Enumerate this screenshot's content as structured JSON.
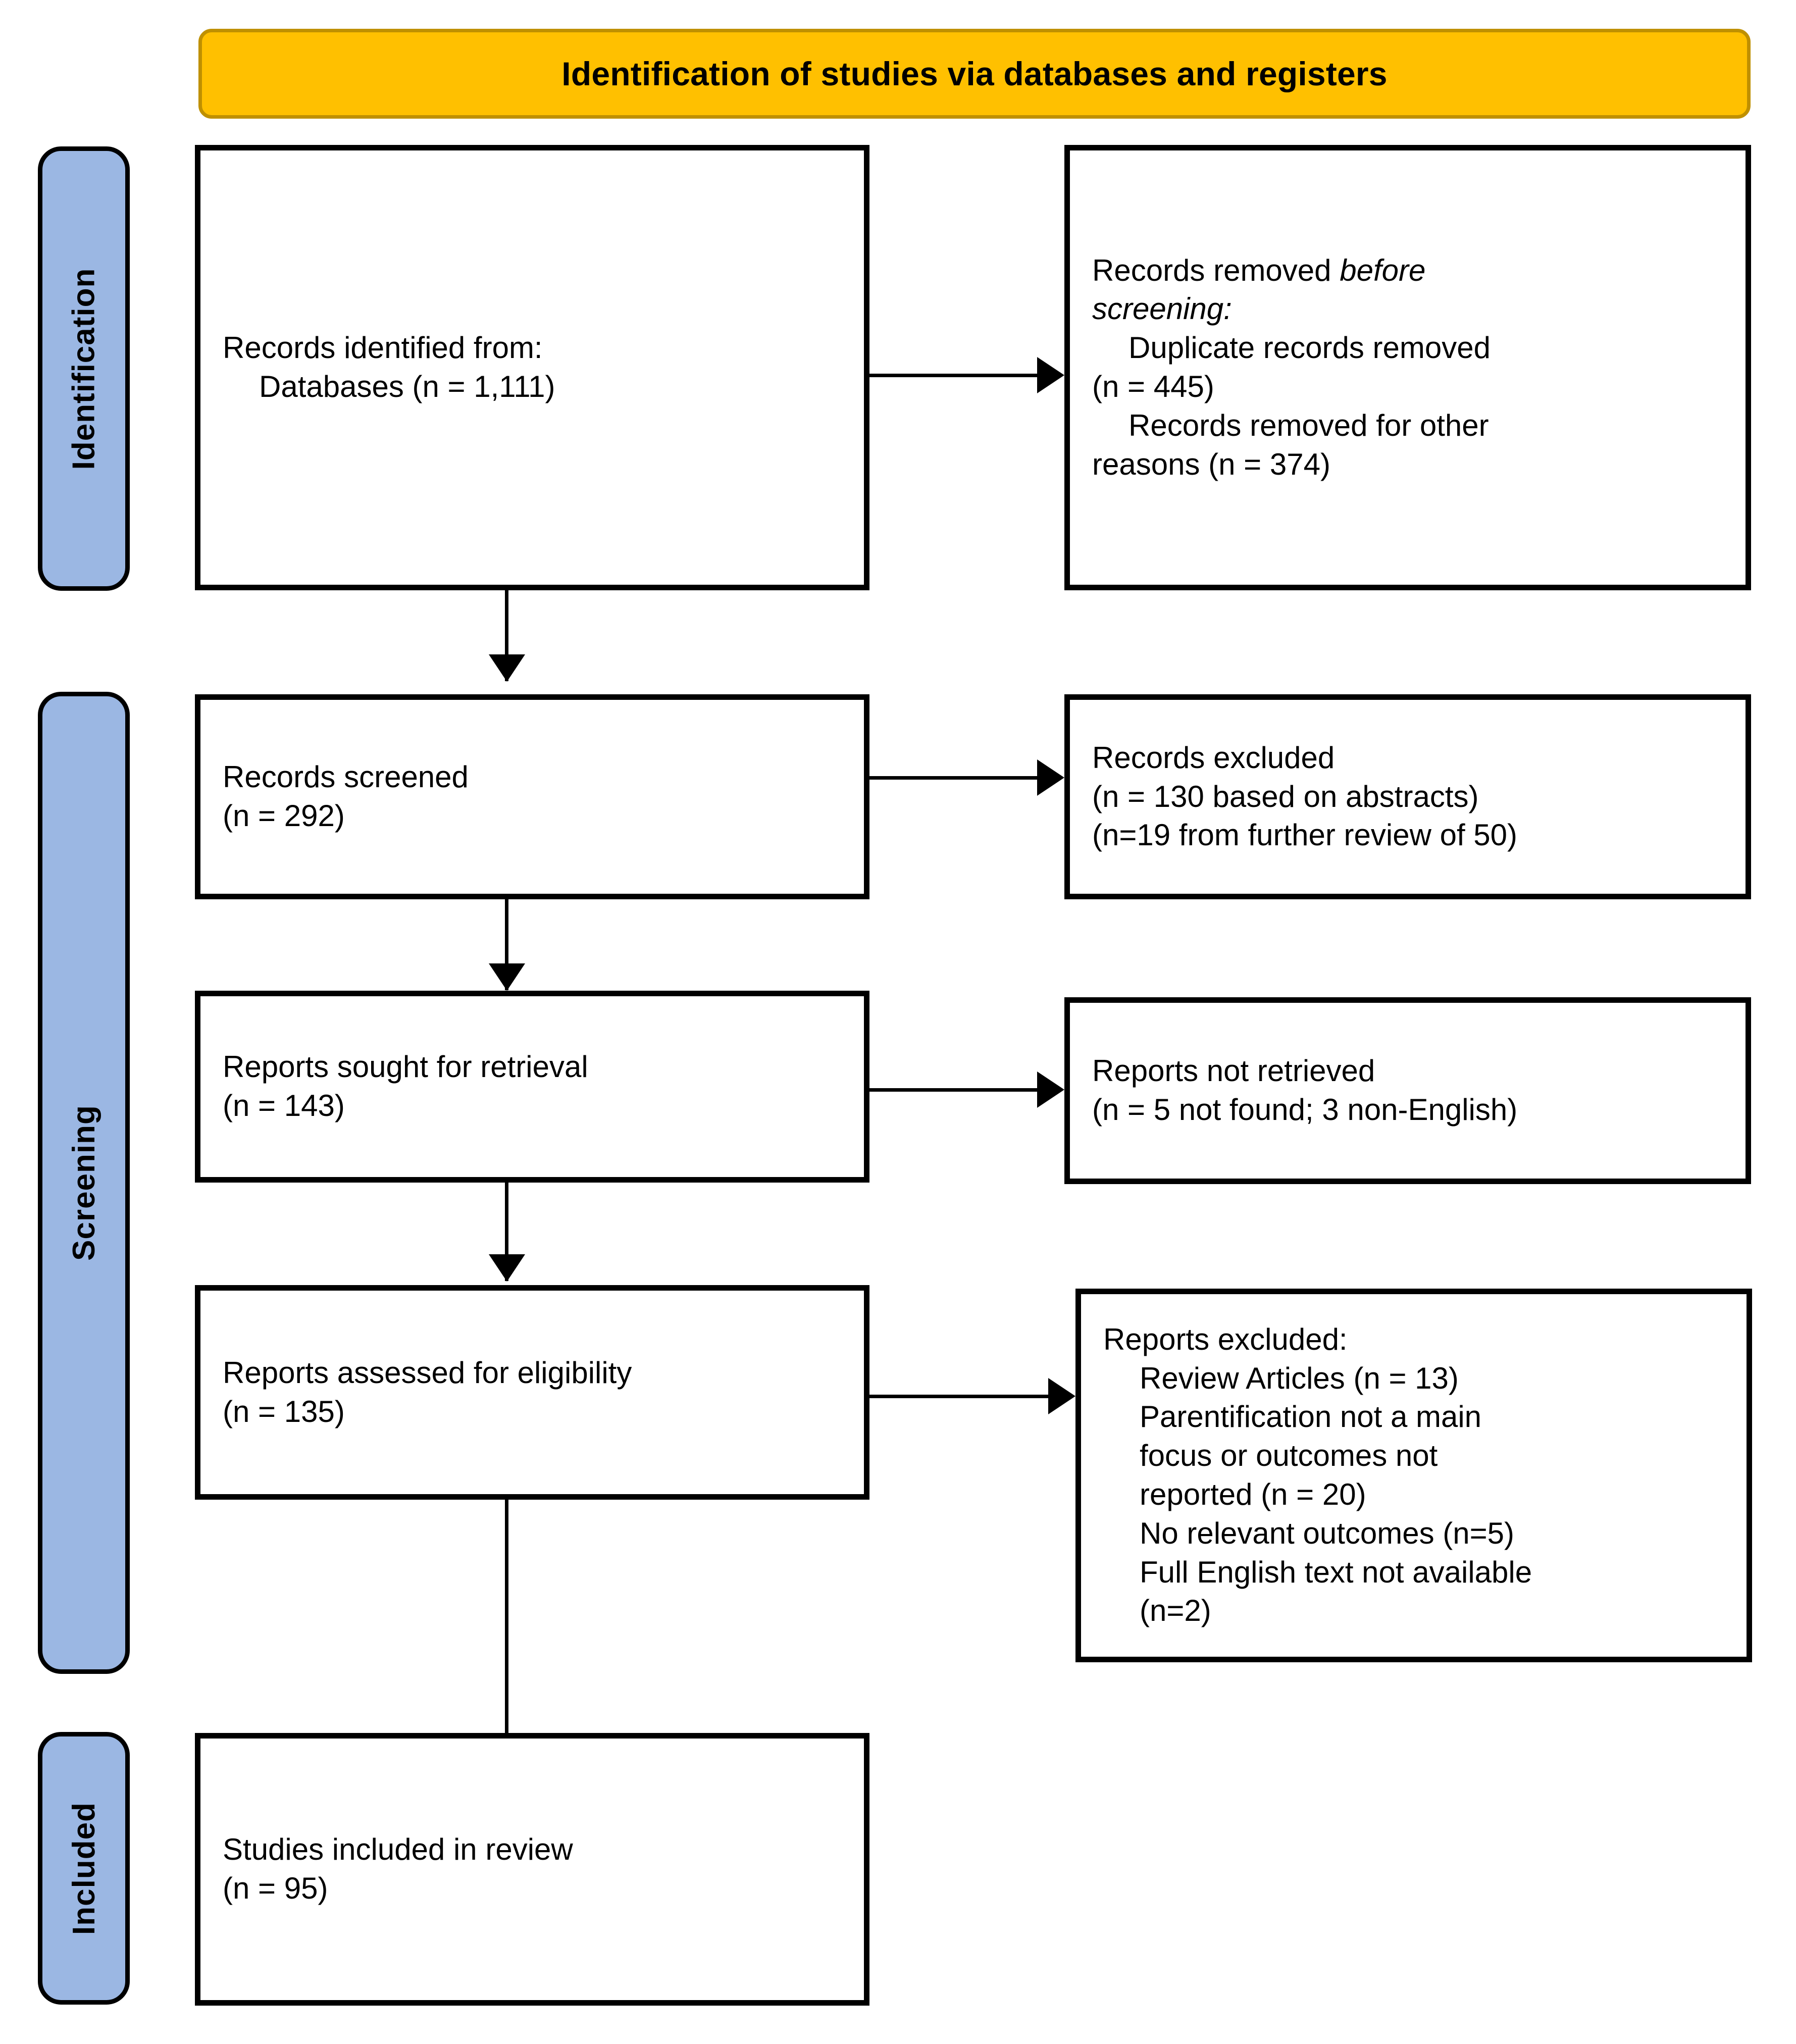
{
  "banner": {
    "title": "Identification of studies via databases and registers"
  },
  "stages": [
    {
      "id": "identification",
      "label": "Identification"
    },
    {
      "id": "screening",
      "label": "Screening"
    },
    {
      "id": "included",
      "label": "Included"
    }
  ],
  "boxes": {
    "records_identified": {
      "lines": [
        {
          "text": "Records identified from:",
          "indent": false,
          "italic": false
        },
        {
          "text": "Databases (n = 1,111)",
          "indent": true,
          "italic": false
        }
      ]
    },
    "records_removed": {
      "lines": [
        {
          "text": "Records removed before",
          "indent": false,
          "italic": false,
          "mixed": true,
          "plain": "Records removed ",
          "em": "before"
        },
        {
          "text": "screening:",
          "indent": false,
          "italic": true
        },
        {
          "text": "Duplicate records removed",
          "indent": true,
          "italic": false
        },
        {
          "text": "(n = 445)",
          "indent": false,
          "italic": false
        },
        {
          "text": "Records removed for other",
          "indent": true,
          "italic": false
        },
        {
          "text": "reasons (n = 374)",
          "indent": false,
          "italic": false
        }
      ]
    },
    "records_screened": {
      "lines": [
        {
          "text": "Records screened",
          "indent": false,
          "italic": false
        },
        {
          "text": "(n = 292)",
          "indent": false,
          "italic": false
        }
      ]
    },
    "records_excluded": {
      "lines": [
        {
          "text": "Records excluded",
          "indent": false,
          "italic": false
        },
        {
          "text": "(n = 130 based on abstracts)",
          "indent": false,
          "italic": false
        },
        {
          "text": "(n=19 from further review of 50)",
          "indent": false,
          "italic": false
        }
      ]
    },
    "reports_sought": {
      "lines": [
        {
          "text": "Reports sought for retrieval",
          "indent": false,
          "italic": false
        },
        {
          "text": "(n = 143)",
          "indent": false,
          "italic": false
        }
      ]
    },
    "reports_not_retrieved": {
      "lines": [
        {
          "text": "Reports not retrieved",
          "indent": false,
          "italic": false
        },
        {
          "text": "(n = 5 not found; 3 non-English)",
          "indent": false,
          "italic": false
        }
      ]
    },
    "reports_assessed": {
      "lines": [
        {
          "text": "Reports assessed for eligibility",
          "indent": false,
          "italic": false
        },
        {
          "text": "(n = 135)",
          "indent": false,
          "italic": false
        }
      ]
    },
    "reports_excluded": {
      "lines": [
        {
          "text": "Reports excluded:",
          "indent": false,
          "italic": false
        },
        {
          "text": "Review Articles (n = 13)",
          "indent": true,
          "italic": false
        },
        {
          "text": "Parentification not a main",
          "indent": true,
          "italic": false
        },
        {
          "text": "focus or outcomes not",
          "indent": false,
          "italic": false
        },
        {
          "text": "reported (n = 20)",
          "indent": false,
          "italic": false
        },
        {
          "text": "No relevant outcomes (n=5)",
          "indent": true,
          "italic": false
        },
        {
          "text": "Full English text not available",
          "indent": true,
          "italic": false
        },
        {
          "text": "(n=2)",
          "indent": false,
          "italic": false
        }
      ]
    },
    "studies_included": {
      "lines": [
        {
          "text": "Studies included in review",
          "indent": false,
          "italic": false
        },
        {
          "text": "(n = 95)",
          "indent": false,
          "italic": false
        }
      ]
    }
  },
  "colors": {
    "banner_fill": "#FFC000",
    "banner_border": "#BF9000",
    "stage_fill": "#9BB7E3",
    "box_border": "#000000",
    "box_fill": "#FFFFFF",
    "text": "#000000"
  }
}
